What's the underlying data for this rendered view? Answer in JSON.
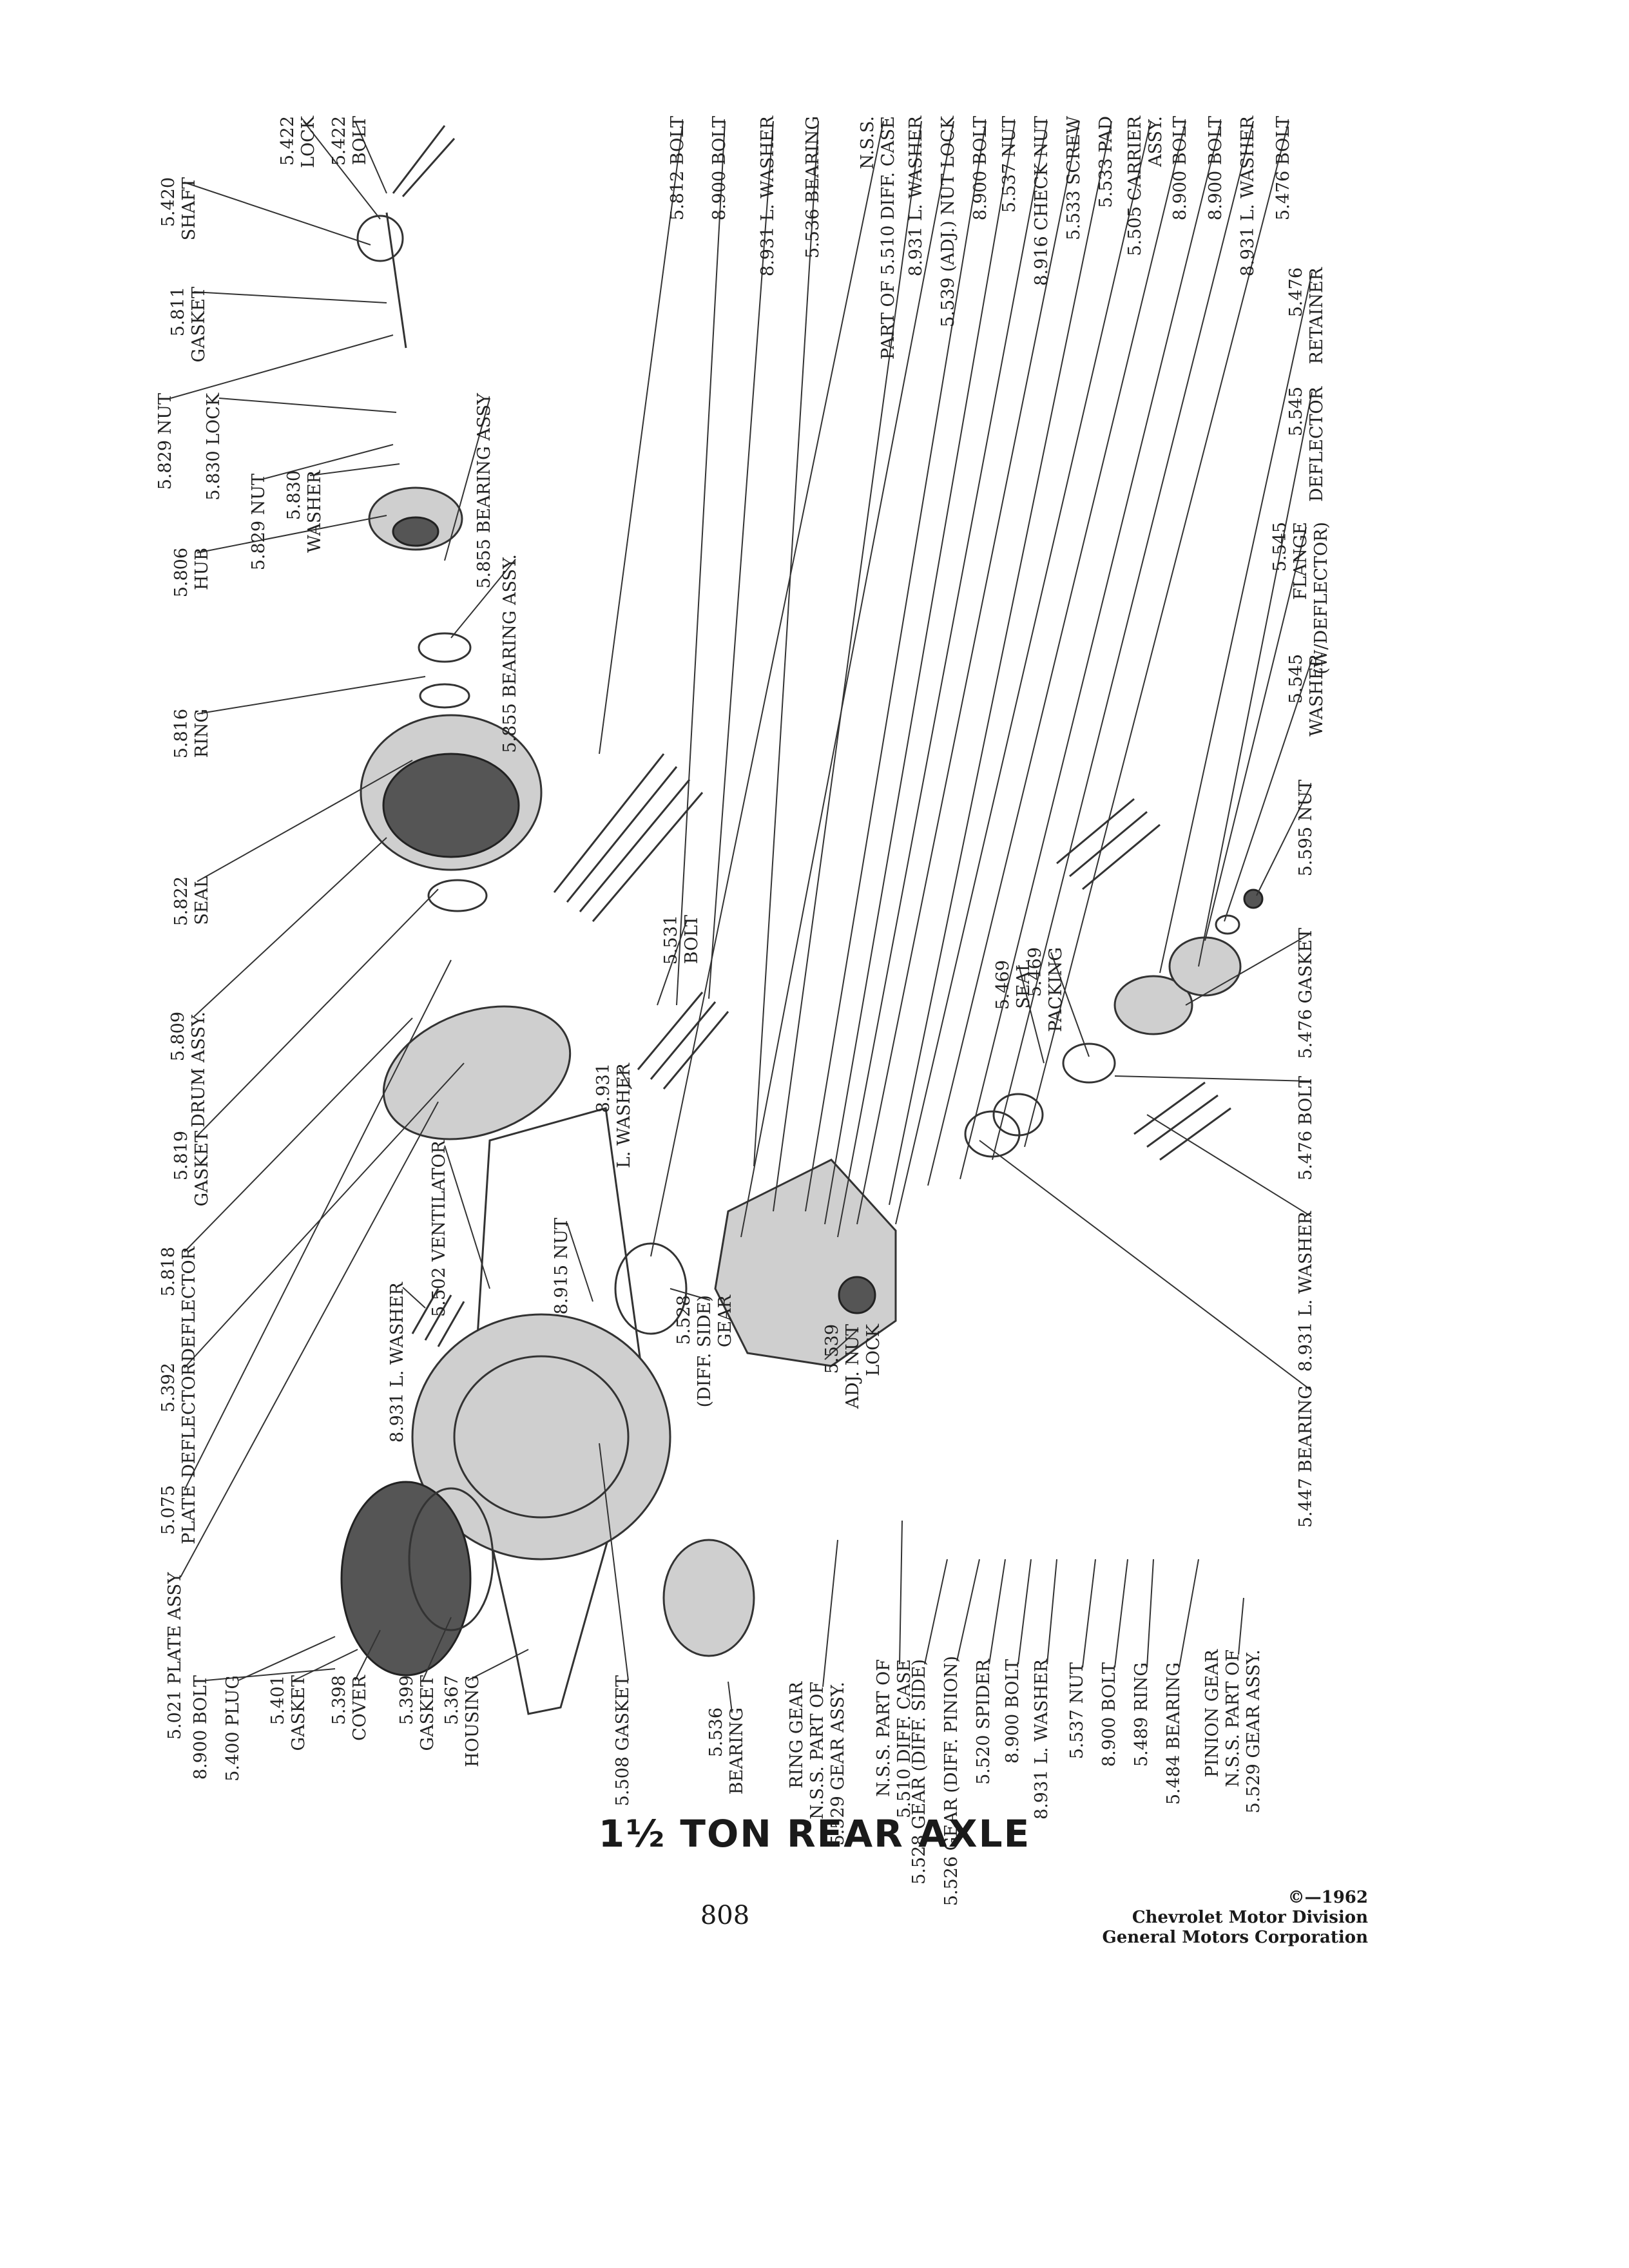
{
  "title": "1½ TON REAR AXLE",
  "page_number": "808",
  "copyright": {
    "line1": "©—1962",
    "line2": "Chevrolet Motor Division",
    "line3": "General Motors Corporation"
  },
  "labels": {
    "lock_5422": [
      "5.422",
      "LOCK"
    ],
    "bolt_5422": [
      "5.422",
      "BOLT"
    ],
    "shaft_5420": [
      "5.420",
      "SHAFT"
    ],
    "gasket_5811": [
      "5.811",
      "GASKET"
    ],
    "nut_5829a": [
      "5.829 NUT"
    ],
    "lock_5830": [
      "5.830 LOCK"
    ],
    "nut_5829b": [
      "5.829 NUT"
    ],
    "washer_5830": [
      "5.830",
      "WASHER"
    ],
    "hub_5806": [
      "5.806",
      "HUB"
    ],
    "bearing_5855a": [
      "5.855 BEARING ASSY"
    ],
    "bearing_5855b": [
      "5.855 BEARING ASSY."
    ],
    "bearing_5855c": [
      "5.855 BEARING ASSY."
    ],
    "ring_5816": [
      "5.816",
      "RING"
    ],
    "seal_5822": [
      "5.822",
      "SEAL"
    ],
    "drum_5809": [
      "5.809",
      "DRUM ASSY."
    ],
    "gasket_5819": [
      "5.819",
      "GASKET"
    ],
    "deflector_5818": [
      "5.818",
      "DEFLECTOR"
    ],
    "deflector_5392": [
      "5.392",
      "DEFLECTOR"
    ],
    "plate_5075": [
      "5.075",
      "PLATE"
    ],
    "plate_assy_5021": [
      "5.021 PLATE ASSY"
    ],
    "bolt_8900a": [
      "8.900 BOLT"
    ],
    "plug_5400": [
      "5.400 PLUG"
    ],
    "gasket_5401": [
      "5.401",
      "GASKET"
    ],
    "cover_5398": [
      "5.398",
      "COVER"
    ],
    "gasket_5399": [
      "5.399",
      "GASKET"
    ],
    "housing_5367": [
      "5.367",
      "HOUSING"
    ],
    "gasket_5508": [
      "5.508 GASKET"
    ],
    "bearing_5536a": [
      "5.536",
      "BEARING"
    ],
    "ring_gear": [
      "RING GEAR",
      "N.S.S. PART OF",
      "5.529 GEAR ASSY."
    ],
    "nss_diff_case_a": [
      "N.S.S. PART OF",
      "5.510 DIFF. CASE"
    ],
    "gear_5528": [
      "5.528 GEAR (DIFF. SIDE)"
    ],
    "gear_5526": [
      "5.526 GEAR (DIFF. PINION)"
    ],
    "spider_5520": [
      "5.520 SPIDER"
    ],
    "bolt_8900b": [
      "8.900 BOLT"
    ],
    "washer_8931a": [
      "8.931 L. WASHER"
    ],
    "nut_5537a": [
      "5.537 NUT"
    ],
    "bolt_8900c": [
      "8.900 BOLT"
    ],
    "ring_5489": [
      "5.489 RING"
    ],
    "bearing_5484": [
      "5.484 BEARING"
    ],
    "pinion_gear": [
      "PINION GEAR",
      "N.S.S. PART OF",
      "5.529 GEAR ASSY."
    ],
    "bearing_5447": [
      "5.447 BEARING"
    ],
    "washer_8931b": [
      "8.931 L. WASHER"
    ],
    "bolt_5476a": [
      "5.476 BOLT"
    ],
    "gasket_5476": [
      "5.476 GASKET"
    ],
    "nut_5595": [
      "5.595 NUT"
    ],
    "washer_5545": [
      "5.545",
      "WASHER"
    ],
    "flange_5545": [
      "5.545",
      "FLANGE",
      "(W/DEFLECTOR)"
    ],
    "deflector_5545": [
      "5.545",
      "DEFLECTOR"
    ],
    "retainer_5476": [
      "5.476",
      "RETAINER"
    ],
    "bolt_5812": [
      "5.812 BOLT"
    ],
    "bolt_8900d": [
      "8.900 BOLT"
    ],
    "washer_8931c": [
      "8.931 L. WASHER"
    ],
    "bearing_5536b": [
      "5.536 BEARING"
    ],
    "nss_diff_case_b": [
      "N.S.S.",
      "PART OF 5.510 DIFF. CASE"
    ],
    "washer_8931d": [
      "8.931 L. WASHER"
    ],
    "nut_lock_5539a": [
      "5.539 (ADJ.) NUT LOCK"
    ],
    "bolt_8900e": [
      "8.900 BOLT"
    ],
    "nut_5537b": [
      "5.537 NUT"
    ],
    "check_nut_8916": [
      "8.916 CHECK NUT"
    ],
    "screw_5533": [
      "5.533 SCREW"
    ],
    "pad_5533": [
      "5.533 PAD"
    ],
    "carrier_5505": [
      "5.505 CARRIER",
      "ASSY."
    ],
    "bolt_8900f": [
      "8.900 BOLT"
    ],
    "bolt_8900g": [
      "8.900 BOLT"
    ],
    "washer_8931e": [
      "8.931 L. WASHER"
    ],
    "bolt_5476b": [
      "5.476 BOLT"
    ],
    "ventilator_5502": [
      "5.502 VENTILATOR"
    ],
    "nut_8915": [
      "8.915 NUT"
    ],
    "washer_8931f": [
      "8.931 L. WASHER"
    ],
    "washer_8931g": [
      "8.931",
      "L. WASHER"
    ],
    "bolt_5531": [
      "5.531",
      "BOLT"
    ],
    "seal_5469": [
      "5.469",
      "SEAL"
    ],
    "packing_5469": [
      "5.469",
      "PACKING"
    ],
    "gear_5528_side": [
      "5.528",
      "(DIFF. SIDE)",
      "GEAR"
    ],
    "adj_nut_lock_5539": [
      "5.539",
      "ADJ. NUT",
      "LOCK"
    ]
  }
}
